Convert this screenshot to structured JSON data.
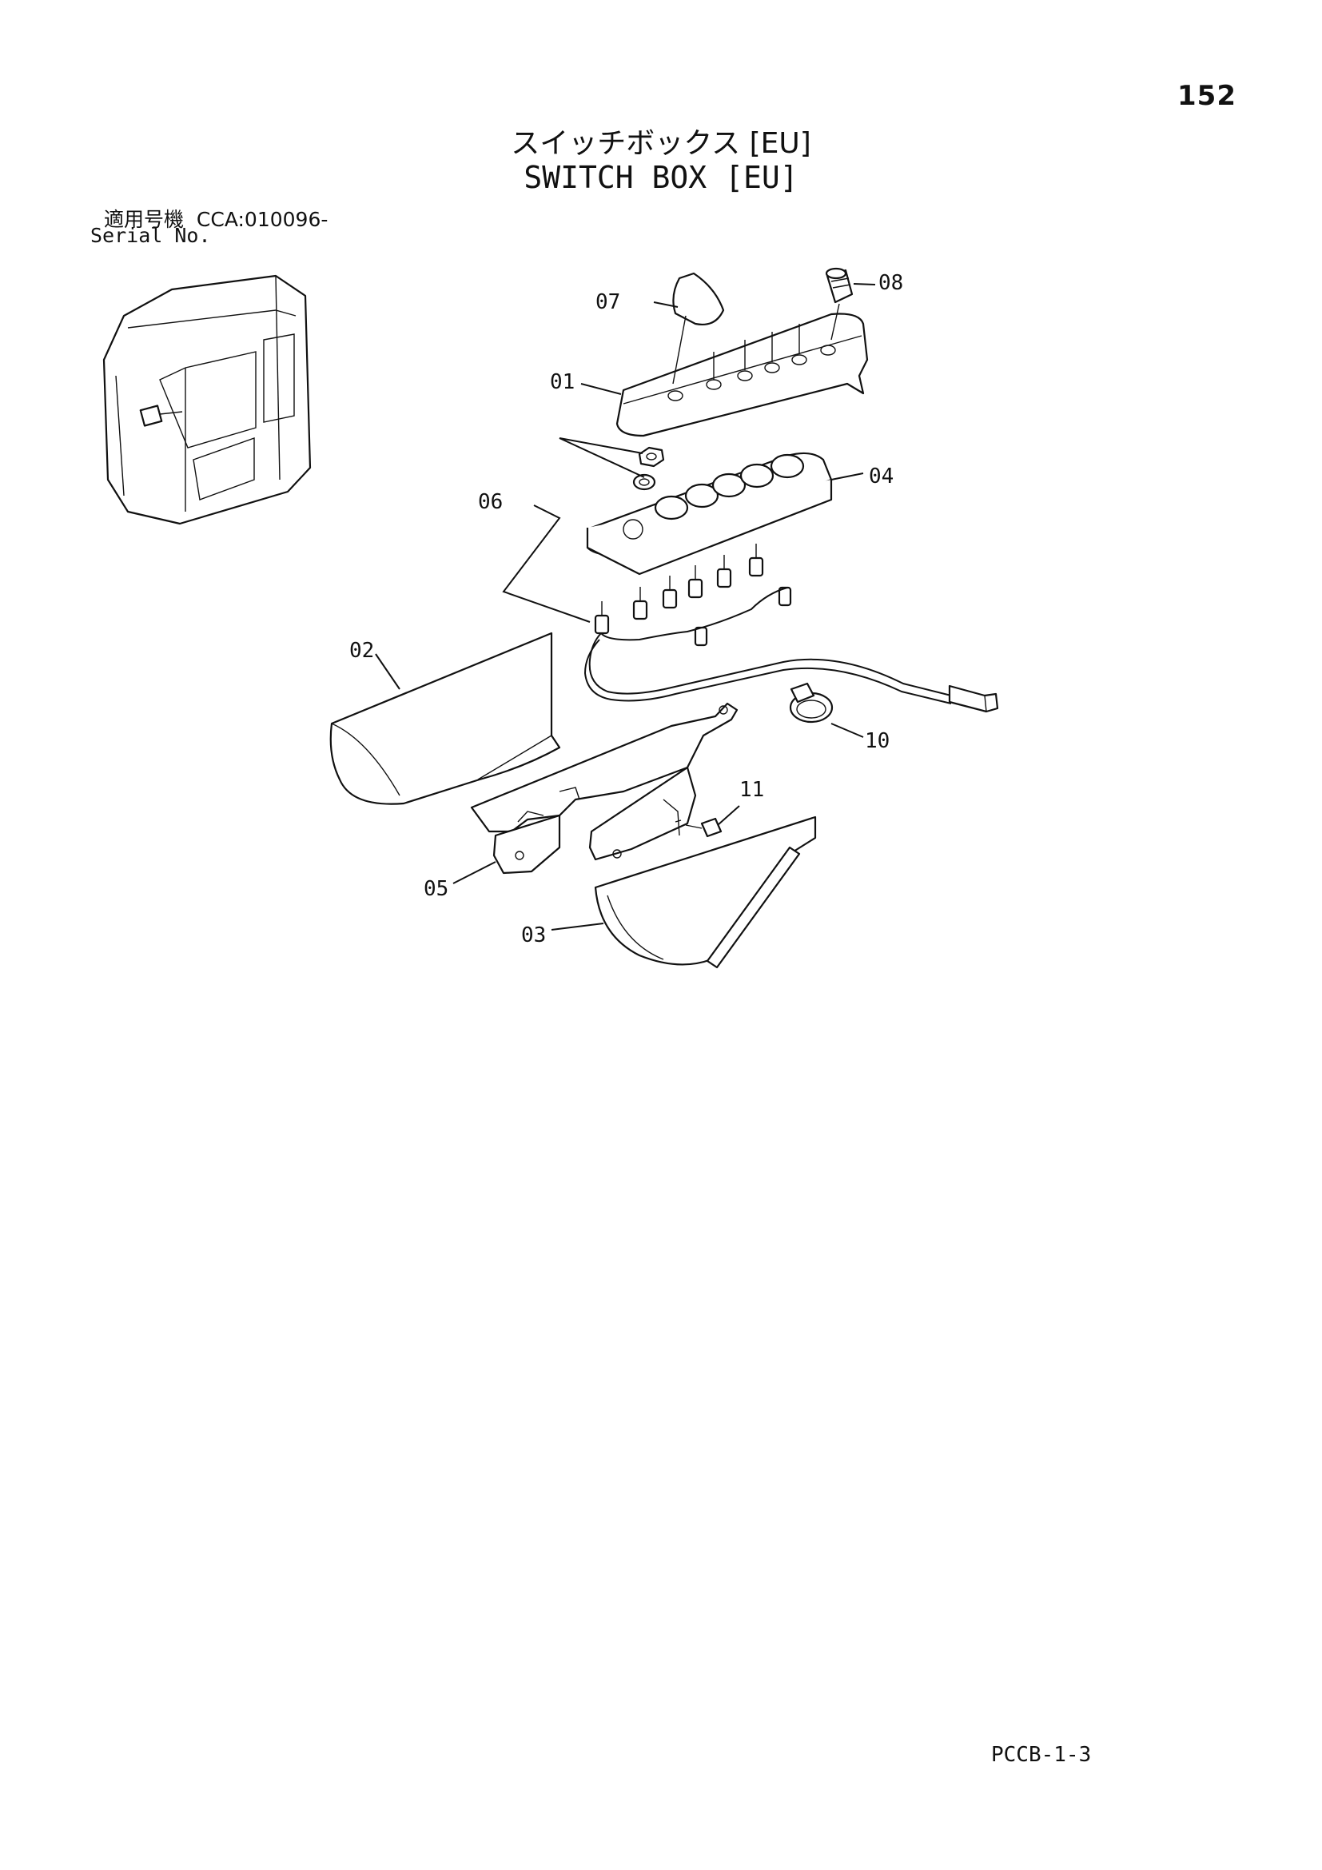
{
  "page": {
    "number": "152",
    "title_jp": "スイッチボックス [EU]",
    "title_en": "SWITCH BOX [EU]",
    "serial_label_jp": "適用号機",
    "serial_value": "CCA:010096-",
    "serial_label_en": "Serial No.",
    "footer_code": "PCCB-1-3"
  },
  "parts": [
    {
      "id": "01"
    },
    {
      "id": "02"
    },
    {
      "id": "03"
    },
    {
      "id": "04"
    },
    {
      "id": "05"
    },
    {
      "id": "06"
    },
    {
      "id": "07"
    },
    {
      "id": "08"
    },
    {
      "id": "10"
    },
    {
      "id": "11"
    }
  ]
}
